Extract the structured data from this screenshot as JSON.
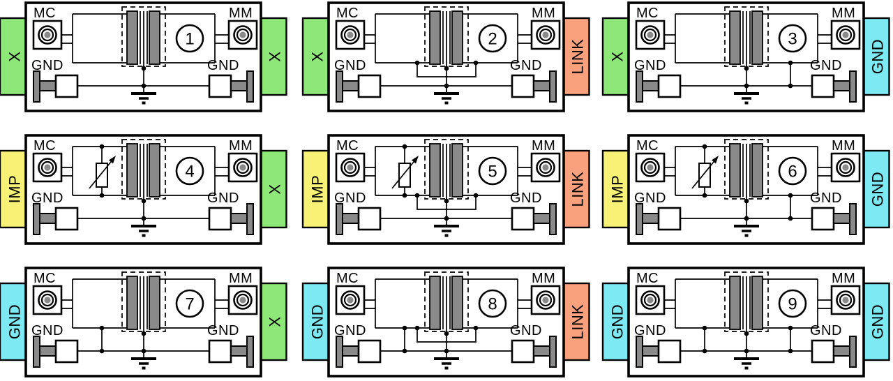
{
  "colors": {
    "green": "#8ee878",
    "orange": "#f9a07c",
    "cyan": "#7de9f2",
    "yellow": "#f7f175",
    "metal_gray": "#8a8a8a",
    "wire_black": "#000000",
    "board_white": "#ffffff"
  },
  "connector_labels": {
    "mc": "MC",
    "mm": "MM",
    "gnd": "GND"
  },
  "cells": [
    {
      "number": "1",
      "left_tab": {
        "label": "X",
        "color": "green"
      },
      "right_tab": {
        "label": "X",
        "color": "green"
      },
      "features": {
        "variable_resistor": false,
        "mc_side_grounded": false,
        "mm_side_grounded": false,
        "winding_ends_grounded": false,
        "center_tap_grounded": true
      }
    },
    {
      "number": "2",
      "left_tab": {
        "label": "X",
        "color": "green"
      },
      "right_tab": {
        "label": "LINK",
        "color": "orange"
      },
      "features": {
        "variable_resistor": false,
        "mc_side_grounded": false,
        "mm_side_grounded": false,
        "winding_ends_grounded": true,
        "center_tap_grounded": true
      }
    },
    {
      "number": "3",
      "left_tab": {
        "label": "X",
        "color": "green"
      },
      "right_tab": {
        "label": "GND",
        "color": "cyan"
      },
      "features": {
        "variable_resistor": false,
        "mc_side_grounded": false,
        "mm_side_grounded": true,
        "winding_ends_grounded": false,
        "center_tap_grounded": true
      }
    },
    {
      "number": "4",
      "left_tab": {
        "label": "IMP",
        "color": "yellow"
      },
      "right_tab": {
        "label": "X",
        "color": "green"
      },
      "features": {
        "variable_resistor": true,
        "mc_side_grounded": false,
        "mm_side_grounded": false,
        "winding_ends_grounded": false,
        "center_tap_grounded": true
      }
    },
    {
      "number": "5",
      "left_tab": {
        "label": "IMP",
        "color": "yellow"
      },
      "right_tab": {
        "label": "LINK",
        "color": "orange"
      },
      "features": {
        "variable_resistor": true,
        "mc_side_grounded": false,
        "mm_side_grounded": false,
        "winding_ends_grounded": true,
        "center_tap_grounded": true
      }
    },
    {
      "number": "6",
      "left_tab": {
        "label": "IMP",
        "color": "yellow"
      },
      "right_tab": {
        "label": "GND",
        "color": "cyan"
      },
      "features": {
        "variable_resistor": true,
        "mc_side_grounded": false,
        "mm_side_grounded": true,
        "winding_ends_grounded": false,
        "center_tap_grounded": true
      }
    },
    {
      "number": "7",
      "left_tab": {
        "label": "GND",
        "color": "cyan"
      },
      "right_tab": {
        "label": "X",
        "color": "green"
      },
      "features": {
        "variable_resistor": false,
        "mc_side_grounded": true,
        "mm_side_grounded": false,
        "winding_ends_grounded": false,
        "center_tap_grounded": true
      }
    },
    {
      "number": "8",
      "left_tab": {
        "label": "GND",
        "color": "cyan"
      },
      "right_tab": {
        "label": "LINK",
        "color": "orange"
      },
      "features": {
        "variable_resistor": false,
        "mc_side_grounded": true,
        "mm_side_grounded": false,
        "winding_ends_grounded": true,
        "center_tap_grounded": true
      }
    },
    {
      "number": "9",
      "left_tab": {
        "label": "GND",
        "color": "cyan"
      },
      "right_tab": {
        "label": "GND",
        "color": "cyan"
      },
      "features": {
        "variable_resistor": false,
        "mc_side_grounded": true,
        "mm_side_grounded": true,
        "winding_ends_grounded": false,
        "center_tap_grounded": true
      }
    }
  ]
}
